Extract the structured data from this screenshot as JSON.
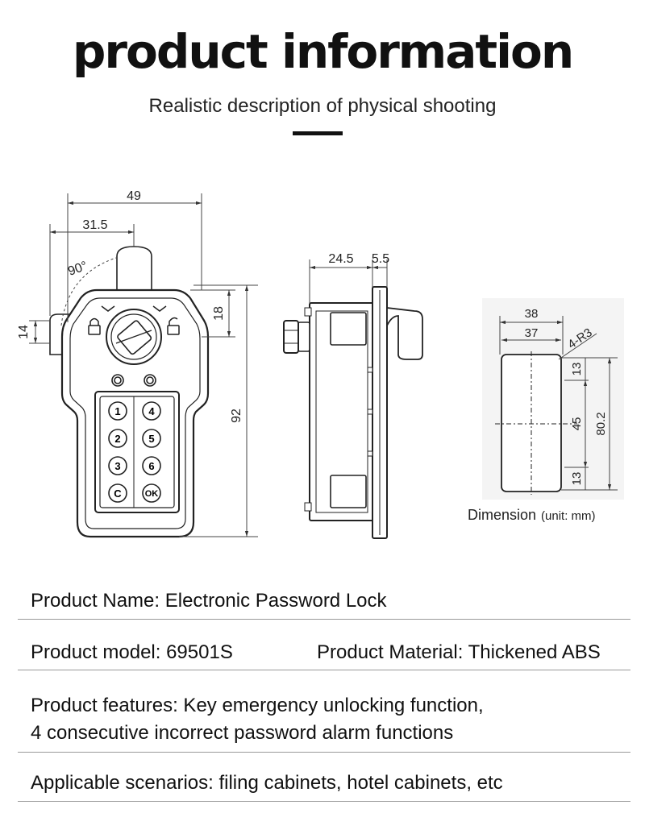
{
  "header": {
    "title": "product information",
    "subtitle": "Realistic description of physical shooting"
  },
  "front_view": {
    "dim_width": "49",
    "dim_offset": "31.5",
    "dim_angle": "90°",
    "dim_height": "92",
    "dim_top": "18",
    "dim_left": "14",
    "keys": [
      "1",
      "4",
      "2",
      "5",
      "3",
      "6",
      "C",
      "OK"
    ]
  },
  "side_view": {
    "dim_depth": "24.5",
    "dim_flange": "5.5"
  },
  "cutout_view": {
    "dim_outer": "38",
    "dim_inner": "37",
    "dim_radius": "4-R3",
    "dim_height": "80.2",
    "dim_center": "45",
    "dim_top_margin": "13",
    "dim_bottom_margin": "13",
    "caption": "Dimension",
    "unit": "(unit: mm)"
  },
  "specs": {
    "name": "Product Name: Electronic Password Lock",
    "model": "Product model: 69501S",
    "material": "Product Material: Thickened ABS",
    "features_line1": "Product features: Key emergency unlocking function,",
    "features_line2": "4 consecutive incorrect password alarm functions",
    "scenarios": "Applicable scenarios: filing cabinets, hotel cabinets, etc"
  }
}
